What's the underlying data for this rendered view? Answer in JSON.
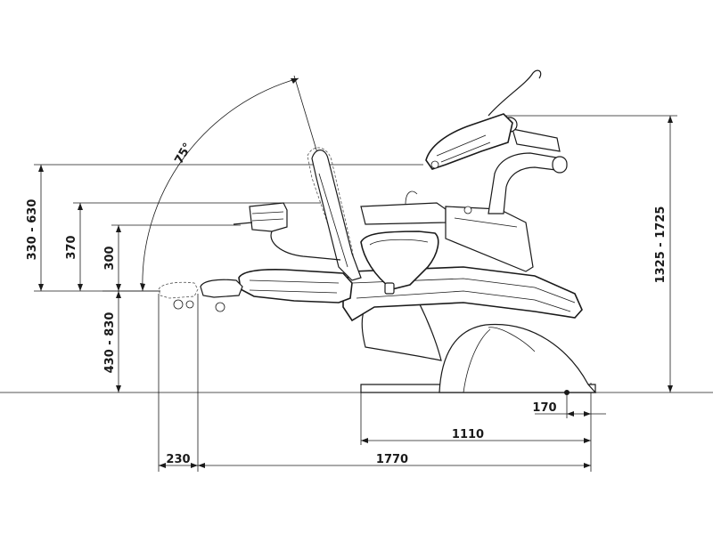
{
  "dimensions": {
    "recline_angle": "75°",
    "headrest_height_range": "330 - 630",
    "headrest_height_mid": "370",
    "headrest_height_low": "300",
    "seat_height_range": "430 - 830",
    "overall_height_range": "1325 - 1725",
    "foot_offset": "170",
    "base_to_foot": "1110",
    "total_length": "1770",
    "headrest_extension": "230"
  }
}
